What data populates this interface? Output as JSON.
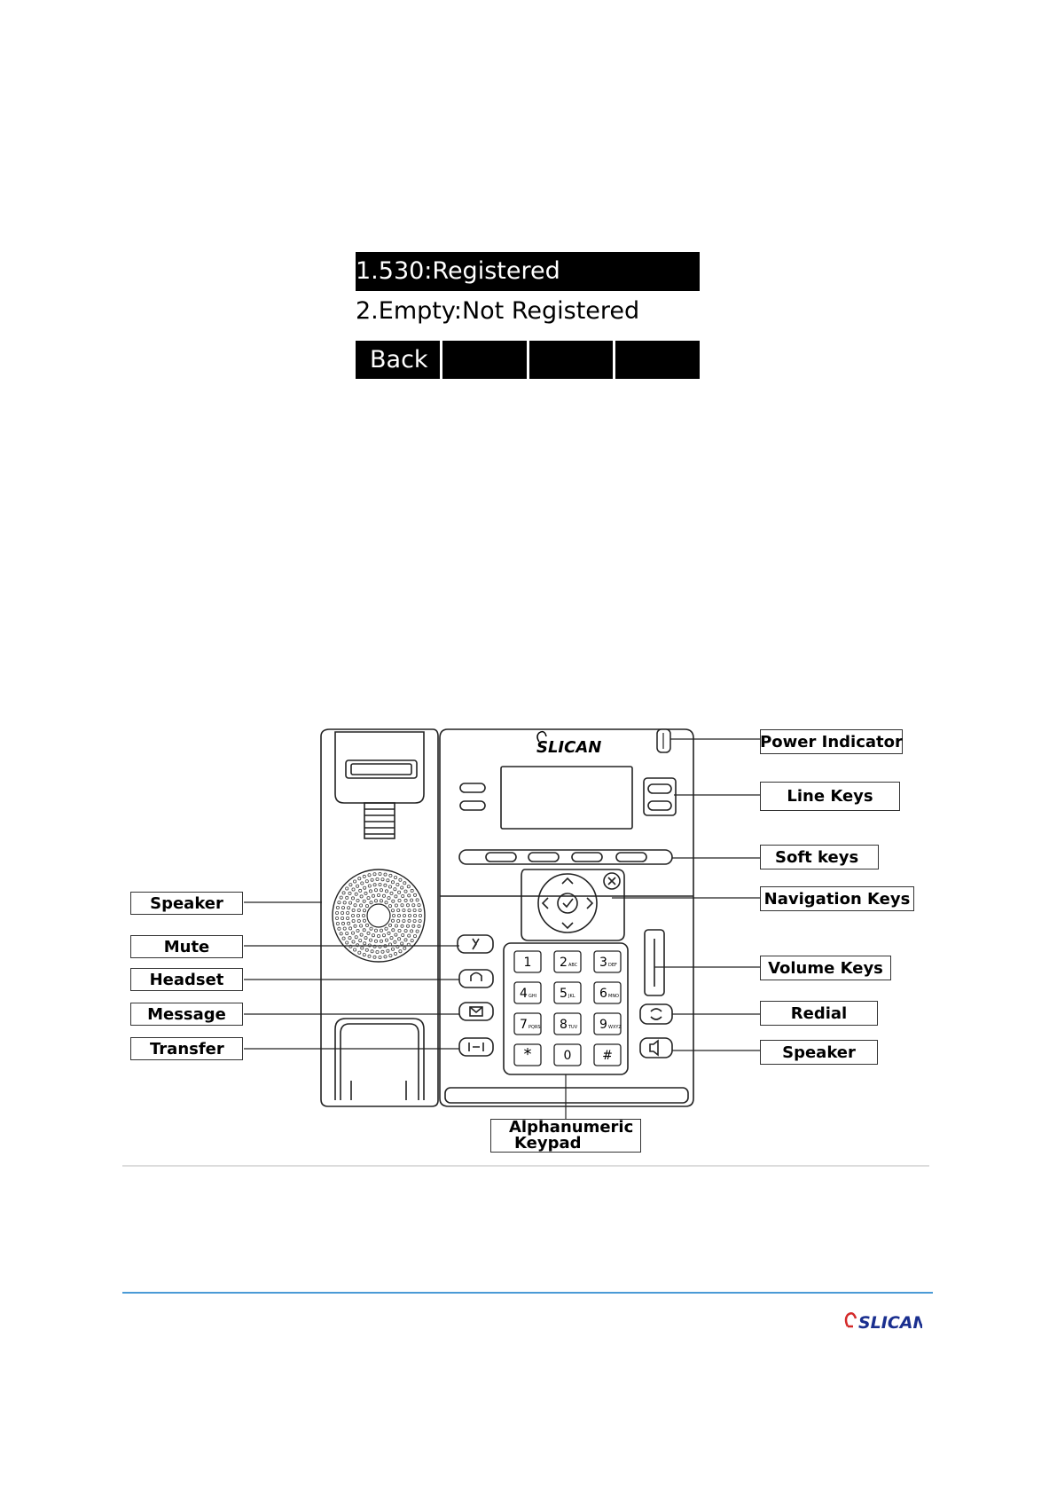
{
  "lcd_screen": {
    "lines": [
      {
        "text": "1.530:Registered",
        "highlighted": true
      },
      {
        "text": "2.Empty:Not Registered",
        "highlighted": false
      }
    ],
    "softkeys": [
      "Back",
      "",
      "",
      ""
    ]
  },
  "phone_diagram": {
    "brand": "SLICAN",
    "keypad": [
      {
        "digit": "1",
        "letters": ""
      },
      {
        "digit": "2",
        "letters": "ABC"
      },
      {
        "digit": "3",
        "letters": "DEF"
      },
      {
        "digit": "4",
        "letters": "GHI"
      },
      {
        "digit": "5",
        "letters": "JKL"
      },
      {
        "digit": "6",
        "letters": "MNO"
      },
      {
        "digit": "7",
        "letters": "PQRS"
      },
      {
        "digit": "8",
        "letters": "TUV"
      },
      {
        "digit": "9",
        "letters": "WXYZ"
      },
      {
        "digit": "*",
        "letters": ""
      },
      {
        "digit": "0",
        "letters": ""
      },
      {
        "digit": "#",
        "letters": ""
      }
    ],
    "callouts": {
      "power_indicator": "Power Indicator",
      "line_keys": "Line Keys",
      "soft_keys": "Soft keys",
      "navigation_keys": "Navigation Keys",
      "volume_keys": "Volume Keys",
      "redial": "Redial",
      "speaker_right": "Speaker",
      "speaker_left": "Speaker",
      "mute": "Mute",
      "headset": "Headset",
      "message": "Message",
      "transfer": "Transfer",
      "keypad_line1": "Alphanumeric",
      "keypad_line2": "Keypad"
    }
  },
  "footer": {
    "logo_text": "SLICAN",
    "brand_color": "#1a2f8f",
    "accent_color": "#d42a2a",
    "rule_color": "#4a9ad6"
  }
}
